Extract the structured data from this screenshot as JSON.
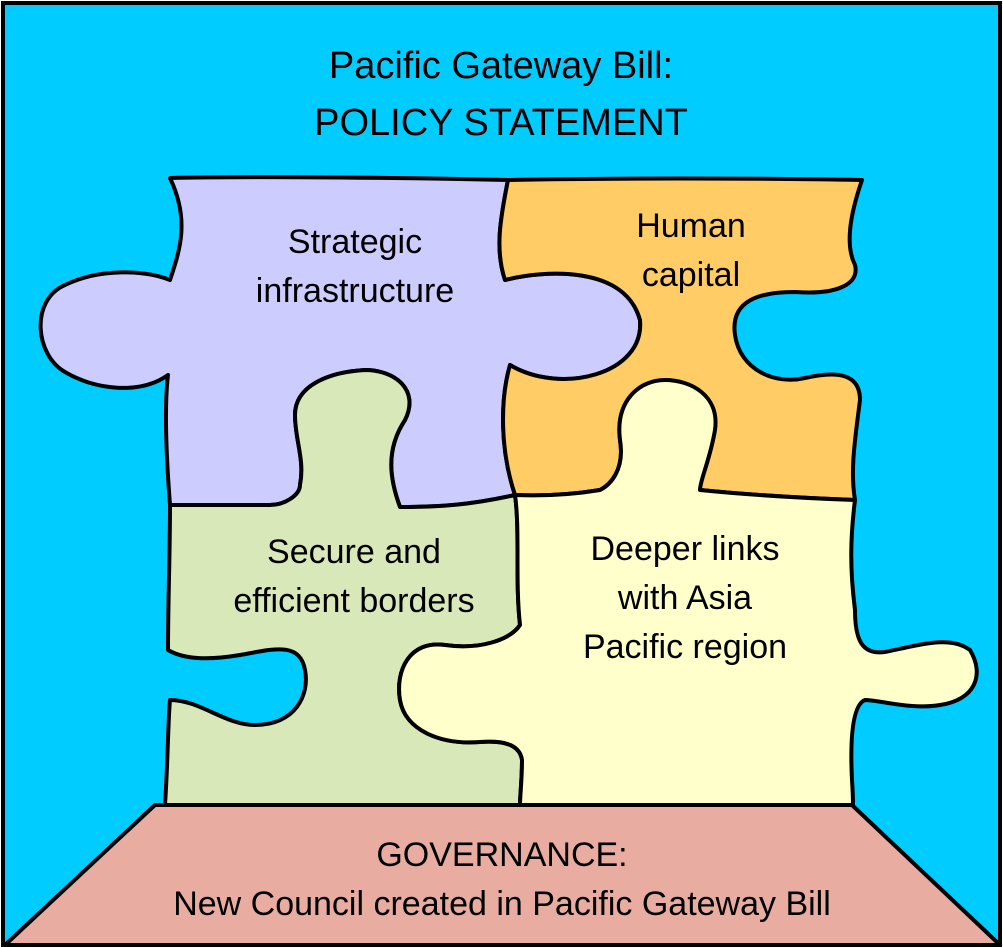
{
  "title": {
    "line1": "Pacific Gateway Bill:",
    "line2": "POLICY STATEMENT"
  },
  "pieces": {
    "strategic": {
      "line1": "Strategic",
      "line2": "infrastructure",
      "color": "#CCCCFF"
    },
    "human": {
      "line1": "Human",
      "line2": "capital",
      "color": "#FFCC66"
    },
    "borders": {
      "line1": "Secure and",
      "line2": "efficient borders",
      "color": "#D9E8B8"
    },
    "deeper": {
      "line1": "Deeper links",
      "line2": "with Asia",
      "line3": "Pacific region",
      "color": "#FFFFCC"
    }
  },
  "governance": {
    "line1": "GOVERNANCE:",
    "line2": "New Council created in Pacific Gateway Bill",
    "color": "#E8ADA0"
  },
  "colors": {
    "background": "#00CCFF",
    "outline": "#000000"
  }
}
